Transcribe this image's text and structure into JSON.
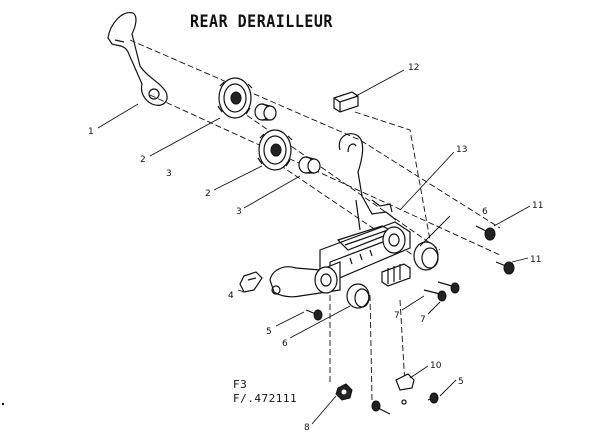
{
  "title": "REAR DERAILLEUR",
  "figure": {
    "line1": "F3",
    "line2": "F/.472111"
  },
  "callouts": [
    "1",
    "2",
    "3",
    "2",
    "3",
    "4",
    "5",
    "6",
    "7",
    "7",
    "8",
    "10",
    "5",
    "6",
    "11",
    "11",
    "12",
    "13"
  ],
  "colors": {
    "ink": "#111111",
    "paper": "#ffffff"
  }
}
